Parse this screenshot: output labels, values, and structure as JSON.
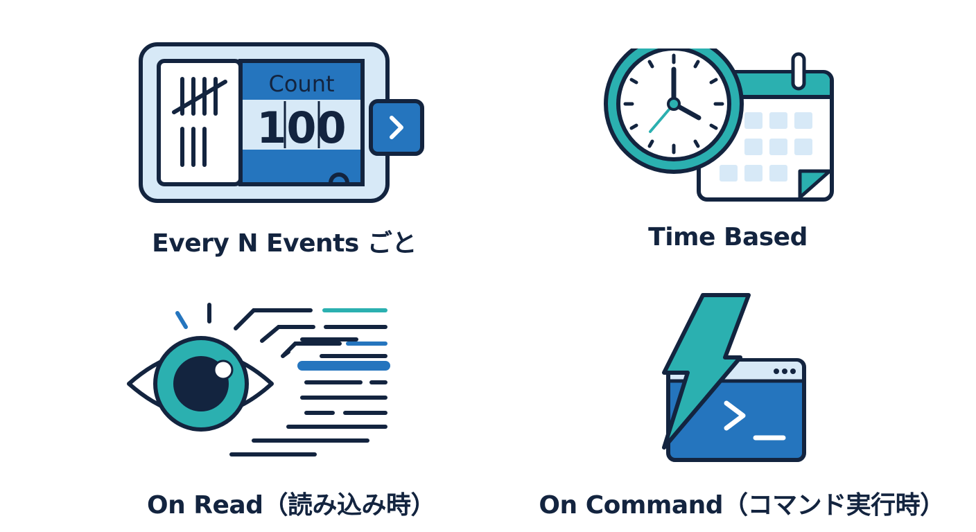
{
  "colors": {
    "navy": "#13243f",
    "blue": "#2575be",
    "teal": "#2bb0b0",
    "light_blue": "#d7e9f7",
    "white": "#ffffff"
  },
  "panels": [
    {
      "id": "every-n-events",
      "label": "Every N Events ごと",
      "icon": "counter-icon",
      "counter_title": "Count",
      "counter_value": "100"
    },
    {
      "id": "time-based",
      "label": "Time Based",
      "icon": "clock-calendar-icon"
    },
    {
      "id": "on-read",
      "label": "On Read（読み込み時）",
      "icon": "eye-reading-icon"
    },
    {
      "id": "on-command",
      "label": "On Command（コマンド実行時）",
      "icon": "lightning-terminal-icon"
    }
  ]
}
